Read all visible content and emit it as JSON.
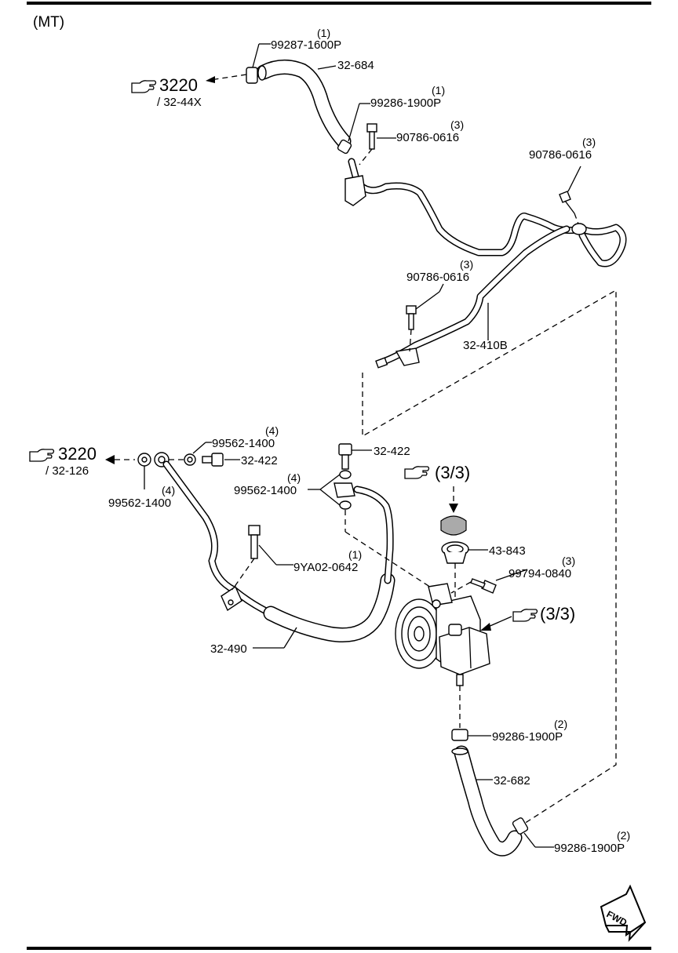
{
  "header": {
    "variant": "(MT)"
  },
  "refs": {
    "top_ref_number": "3220",
    "top_ref_sub": "/ 32-44X",
    "left_ref_number": "3220",
    "left_ref_sub": "/ 32-126",
    "cap_ref": "(3/3)",
    "pump_ref": "(3/3)"
  },
  "callouts": {
    "clip_99287_qty": "(1)",
    "clip_99287": "99287-1600P",
    "hose_32684": "32-684",
    "clip_99286_top_qty": "(1)",
    "clip_99286_top": "99286-1900P",
    "bolt_90786_a_qty": "(3)",
    "bolt_90786_a": "90786-0616",
    "bolt_90786_b_qty": "(3)",
    "bolt_90786_b": "90786-0616",
    "bolt_90786_c_qty": "(3)",
    "bolt_90786_c": "90786-0616",
    "pipe_32410b": "32-410B",
    "washer_right_qty": "(4)",
    "washer_right": "99562-1400",
    "bolt_32422_left": "32-422",
    "washer_left_qty": "(4)",
    "washer_left": "99562-1400",
    "bolt_32422_mid": "32-422",
    "washer_mid_qty": "(4)",
    "washer_mid": "99562-1400",
    "bolt_9ya02_qty": "(1)",
    "bolt_9ya02": "9YA02-0642",
    "cap_43843": "43-843",
    "bolt_99794_qty": "(3)",
    "bolt_99794": "99794-0840",
    "pipe_32490": "32-490",
    "clip_99286_mid_qty": "(2)",
    "clip_99286_mid": "99286-1900P",
    "hose_32682": "32-682",
    "clip_99286_bot_qty": "(2)",
    "clip_99286_bot": "99286-1900P"
  },
  "fwd": {
    "label": "FWD"
  }
}
